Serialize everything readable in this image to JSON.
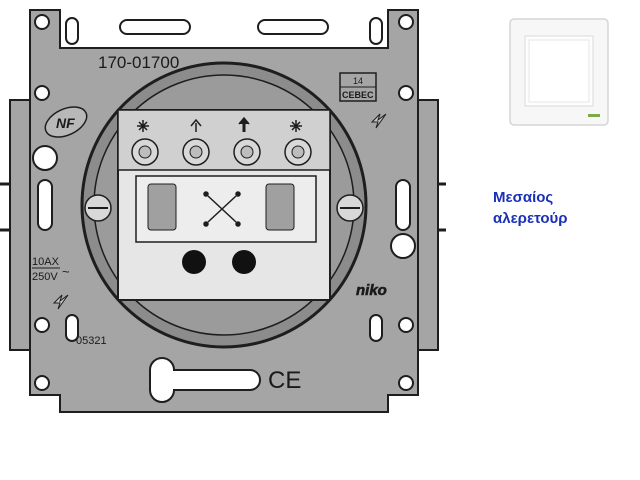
{
  "mechanism": {
    "part_number": "170-01700",
    "certification": {
      "top": "14",
      "bottom": "CEBEC"
    },
    "nf_mark": "NF",
    "rating": {
      "current": "10AX",
      "voltage": "250V",
      "ac_symbol": "~"
    },
    "brand": "niko",
    "code": "05321",
    "ce_mark": "CE"
  },
  "caption": {
    "line1": "Μεσαίος",
    "line2": "αλερετούρ"
  },
  "colors": {
    "plate": "#a5a5a5",
    "outline": "#1e1e1e",
    "ring": "#8c8c8c",
    "socket": "#e6e6e6",
    "caption": "#1a2fb8",
    "cover": "#f7f7f7"
  }
}
